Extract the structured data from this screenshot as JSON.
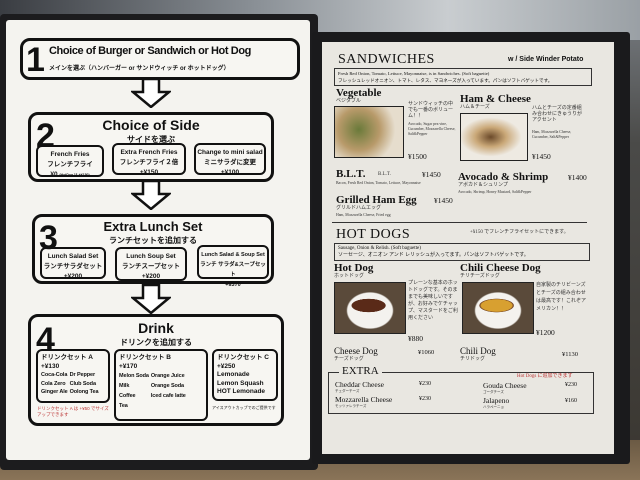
{
  "left_menu": {
    "step1": {
      "num": "1",
      "title": "Choice of Burger or Sandwich or Hot Dog",
      "sub": "メインを選ぶ（ハンバーガー or サンドウィッチ or ホットドッグ）"
    },
    "step2": {
      "num": "2",
      "title": "Choice of Side",
      "sub": "サイドを選ぶ",
      "options": [
        {
          "en": "French Fries",
          "jp": "フレンチフライ",
          "price": "¥0",
          "note": "(HotDog は +¥150)"
        },
        {
          "en": "Extra French Fries",
          "jp": "フレンチフライ２倍",
          "price": "+¥150"
        },
        {
          "en": "Change to mini salad",
          "jp": "ミニサラダに変更",
          "price": "+¥100"
        }
      ]
    },
    "step3": {
      "num": "3",
      "title": "Extra Lunch Set",
      "sub": "ランチセットを追加する",
      "options": [
        {
          "en": "Lunch Salad Set",
          "jp": "ランチサラダセット",
          "price": "+¥200"
        },
        {
          "en": "Lunch Soup Set",
          "jp": "ランチスープセット",
          "price": "+¥200"
        },
        {
          "en": "Lunch Salad & Soup Set",
          "jp": "ランチ サラダ&スープセット",
          "price": "+¥370"
        }
      ]
    },
    "step4": {
      "num": "4",
      "title": "Drink",
      "sub": "ドリンクを追加する",
      "setA": {
        "name": "ドリンクセット A",
        "price": "+¥130",
        "items": [
          "Coca-Cola",
          "Dr Pepper",
          "Cola Zero",
          "Club Soda",
          "Ginger Ale",
          "Oolong Tea"
        ]
      },
      "setB": {
        "name": "ドリンクセット B",
        "price": "+¥170",
        "items": [
          "Melon Soda",
          "Orange Juice",
          "Milk",
          "Orange Soda",
          "Coffee",
          "Iced cafe latte",
          "Tea"
        ]
      },
      "setC": {
        "name": "ドリンクセット C",
        "price": "+¥250",
        "items": [
          "Lemonade",
          "Lemon Squash",
          "HOT Lemonade"
        ]
      },
      "note_a": "ドリンクセット A は +¥50 でサイズアップできます",
      "note_c": "アイスアウトカップでのご提供です"
    }
  },
  "right_menu": {
    "sandwiches": {
      "title": "SANDWICHES",
      "side": "w / Side Winder Potato",
      "desc": "Fresh Red Onion, Tomato, Lettuce, Mayonnaise, is in Sandwiches. (Soft baguette)",
      "desc_jp": "フレッシュレッドオニオン、トマト、レタス、マヨネーズが入っています。パンはソフトバゲットです。",
      "items": [
        {
          "name": "Vegetable",
          "jp": "ベジタブル",
          "desc": "サンドウィッチの中でも一番のボリューム！！",
          "ing": "Avocado, Sugar pea vine, Cucumber, Mozzarella Cheese, Salt&Pepper",
          "price": "¥1500"
        },
        {
          "name": "Ham & Cheese",
          "jp": "ハム＆チーズ",
          "desc": "ハムとチーズの定番組み合わせにきゅうりがアクセント",
          "ing": "Ham, Mozzarella Cheese, Cucumber, Salt&Pepper",
          "price": "¥1450"
        },
        {
          "name": "B.L.T.",
          "jp": "B.L.T.",
          "ing": "Bacon, Fresh Red Onion, Tomato, Lettuce, Mayonnaise",
          "price": "¥1450"
        },
        {
          "name": "Avocado & Shrimp",
          "jp": "アボカド＆シュリンプ",
          "ing": "Avocado, Shrimp, Honey Mustard, Salt&Pepper",
          "price": "¥1400"
        },
        {
          "name": "Grilled Ham Egg",
          "jp": "グリルドハムエッグ",
          "ing": "Ham, Mozzarella Cheese, Fried egg",
          "price": "¥1450"
        }
      ]
    },
    "hotdogs": {
      "title": "HOT DOGS",
      "note": "+¥150 でフレンチフライセットにできます。",
      "desc": "Sausage, Onion & Relish. (Soft baguette)",
      "desc_jp": "ソーセージ、オニオン アンド レリッシュが入ってます。パンはソフトバゲットです。",
      "items": [
        {
          "name": "Hot Dog",
          "jp": "ホットドッグ",
          "desc": "プレーンな基本のホットドッグです。そのままでも美味しいですが、お好みでケチャップ、マスタードをご利用ください",
          "price": "¥880"
        },
        {
          "name": "Chili Cheese Dog",
          "jp": "チリチーズドッグ",
          "desc": "自家製のチリビーンズとチーズの組み合わせは最高です！これぞアメリカン！！",
          "price": "¥1200"
        },
        {
          "name": "Cheese Dog",
          "jp": "チーズドッグ",
          "price": "¥1060"
        },
        {
          "name": "Chili Dog",
          "jp": "チリドッグ",
          "price": "¥1130"
        }
      ]
    },
    "extra": {
      "title": "EXTRA",
      "note": "Hot Dogs に追加できます",
      "items": [
        {
          "name": "Cheddar Cheese",
          "jp": "チェダーチーズ",
          "price": "¥230"
        },
        {
          "name": "Gouda Cheese",
          "jp": "ゴーダチーズ",
          "price": "¥230"
        },
        {
          "name": "Mozzarella Cheese",
          "jp": "モッツァレラチーズ",
          "price": "¥230"
        },
        {
          "name": "Jalapeno",
          "jp": "ハラペーニョ",
          "price": "¥160"
        }
      ]
    }
  }
}
